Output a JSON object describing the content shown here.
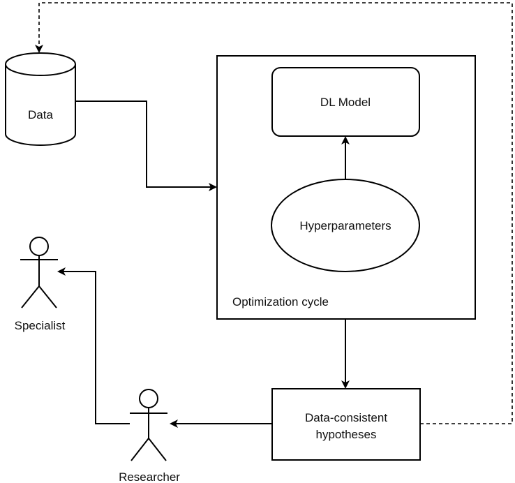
{
  "nodes": {
    "data": {
      "label": "Data",
      "shape": "cylinder"
    },
    "optimization_cycle": {
      "label": "Optimization cycle",
      "shape": "container"
    },
    "dl_model": {
      "label": "DL Model",
      "shape": "rounded-rect"
    },
    "hyperparameters": {
      "label": "Hyperparameters",
      "shape": "ellipse"
    },
    "hypotheses": {
      "line1": "Data-consistent",
      "line2": "hypotheses",
      "shape": "rect"
    },
    "researcher": {
      "label": "Researcher",
      "shape": "actor"
    },
    "specialist": {
      "label": "Specialist",
      "shape": "actor"
    }
  },
  "edges": [
    {
      "from": "data",
      "to": "optimization_cycle",
      "style": "solid"
    },
    {
      "from": "hyperparameters",
      "to": "dl_model",
      "style": "solid"
    },
    {
      "from": "optimization_cycle",
      "to": "hypotheses",
      "style": "solid"
    },
    {
      "from": "hypotheses",
      "to": "researcher",
      "style": "solid"
    },
    {
      "from": "researcher",
      "to": "specialist",
      "style": "solid"
    },
    {
      "from": "hypotheses",
      "to": "data",
      "style": "dashed"
    }
  ]
}
